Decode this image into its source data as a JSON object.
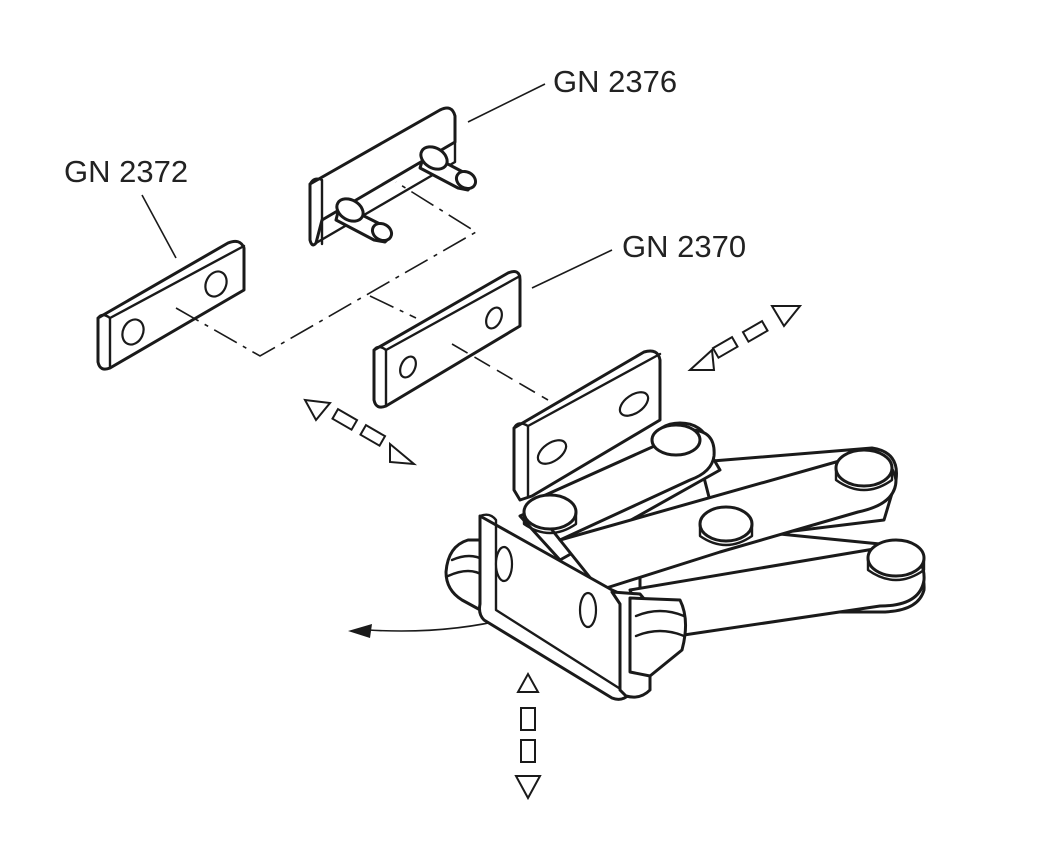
{
  "labels": {
    "gn2376": "GN 2376",
    "gn2372": "GN 2372",
    "gn2370": "GN 2370"
  },
  "colors": {
    "line": "#1a1a1a",
    "background": "#ffffff"
  }
}
